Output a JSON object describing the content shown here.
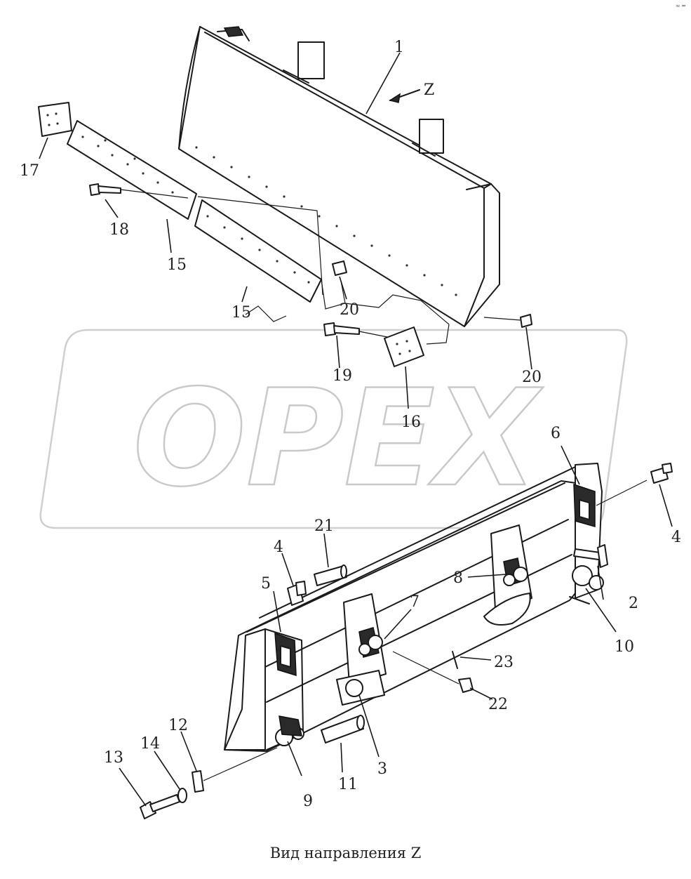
{
  "caption": "Вид направления Z",
  "direction_label": "Z",
  "watermark": "OPEX",
  "corner_mark": "≈ ═",
  "callouts": {
    "c1": "1",
    "c2": "2",
    "c3": "3",
    "c4a": "4",
    "c4b": "4",
    "c5": "5",
    "c6": "6",
    "c7": "7",
    "c8": "8",
    "c9": "9",
    "c10": "10",
    "c11": "11",
    "c12": "12",
    "c13": "13",
    "c14": "14",
    "c15a": "15",
    "c15b": "15",
    "c16": "16",
    "c17": "17",
    "c18": "18",
    "c19": "19",
    "c20a": "20",
    "c20b": "20",
    "c21": "21",
    "c22": "22",
    "c23": "23"
  }
}
